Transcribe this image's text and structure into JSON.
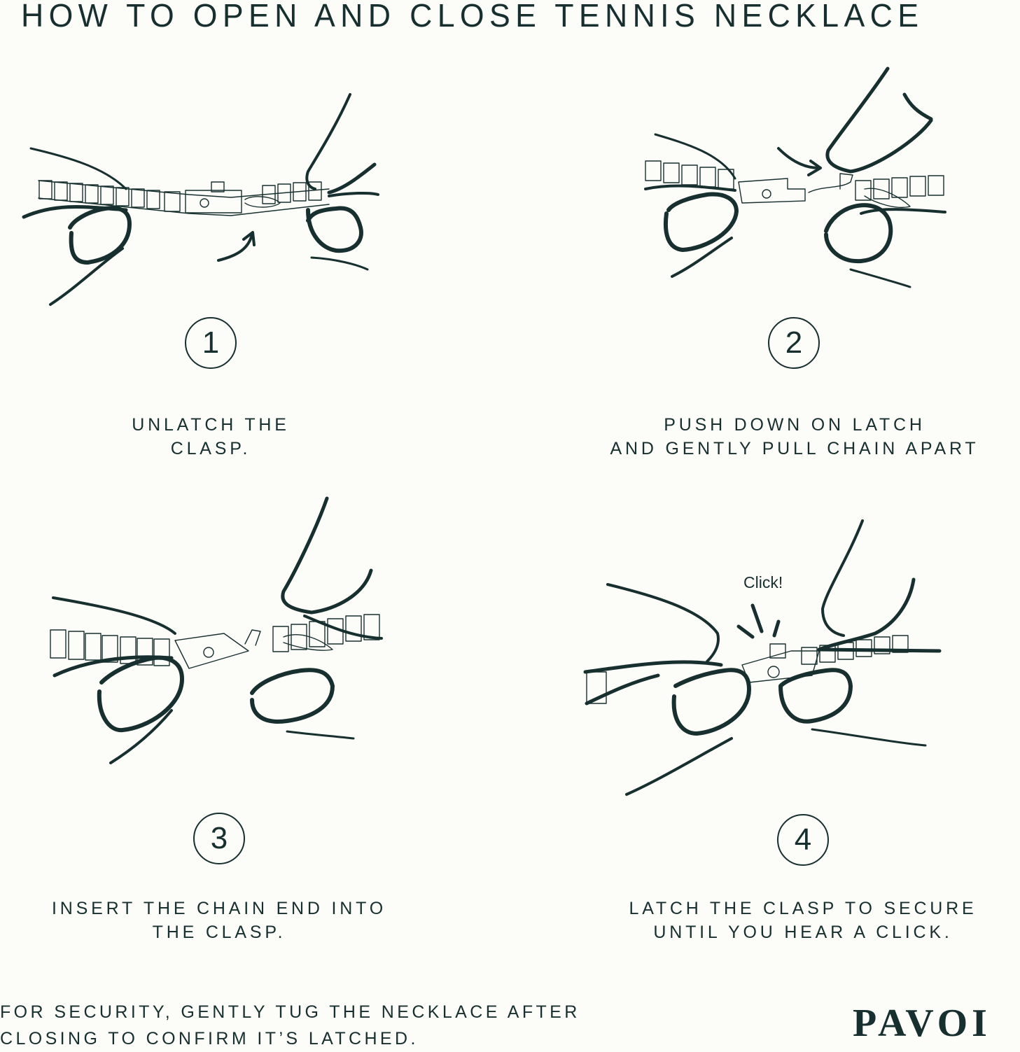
{
  "title": "HOW TO OPEN AND CLOSE TENNIS NECKLACE",
  "steps": [
    {
      "number": "1",
      "caption_line1": "UNLATCH THE",
      "caption_line2": "CLASP."
    },
    {
      "number": "2",
      "caption_line1": "PUSH DOWN ON LATCH",
      "caption_line2": "AND GENTLY PULL CHAIN APART"
    },
    {
      "number": "3",
      "caption_line1": "INSERT THE CHAIN END INTO",
      "caption_line2": "THE CLASP."
    },
    {
      "number": "4",
      "caption_line1": "LATCH THE CLASP TO SECURE",
      "caption_line2": "UNTIL YOU HEAR A CLICK.",
      "sound_label": "Click!"
    }
  ],
  "footer": {
    "note_line1": "FOR SECURITY, GENTLY TUG THE NECKLACE AFTER",
    "note_line2": "CLOSING TO CONFIRM IT’S LATCHED.",
    "brand": "PAVOI"
  },
  "colors": {
    "ink": "#17302f",
    "background": "#fcfcf8"
  }
}
